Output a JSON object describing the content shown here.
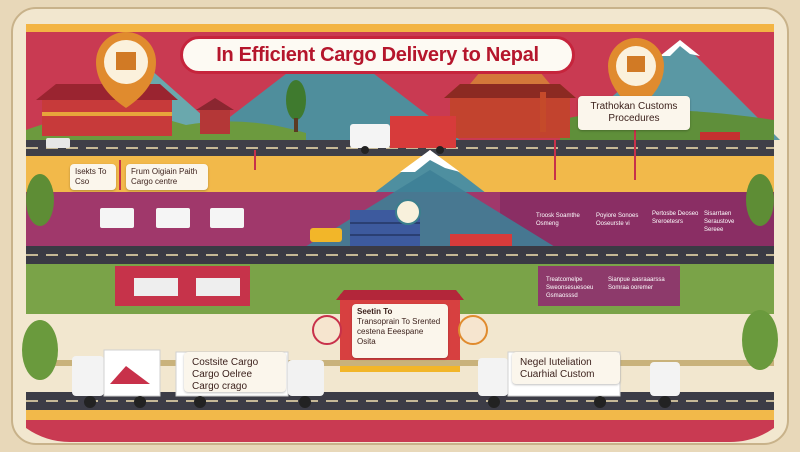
{
  "title": "In Efficient Cargo Delivery to Nepal",
  "labels": {
    "customs": "Trathokan Customs Procedures",
    "leads": "Isekts To Cso",
    "origin": "Frum Oigiain Paith Cargo centre",
    "right_notes_1": "Troosk Soamthe Osmeng",
    "right_notes_2": "Poyiore Sonoes Ooseurste vi",
    "right_notes_3": "Pertosbe Deoseo Sreroetesrs",
    "right_notes_4": "Sisarrtaen Seraustove Sereee",
    "pink_notes": "Treatcomelpe Sweonsesuesoeu Gsmaosssd",
    "pink_notes_2": "Sianpue aasraaarssa Somraa ooremer",
    "ticket_title": "Seetin To",
    "ticket_body": "Transoprain To Srented cestena Eeespane Osita",
    "cargo_list": "Costsite Cargo Cargo Oelree Cargo crago",
    "nepal_sign": "Negel Iuteliation Cuarhial Custom"
  },
  "icons": [
    "box-icon",
    "package-pin-icon",
    "mountain-icon",
    "flower-badge-icon",
    "tree-badge-icon"
  ]
}
